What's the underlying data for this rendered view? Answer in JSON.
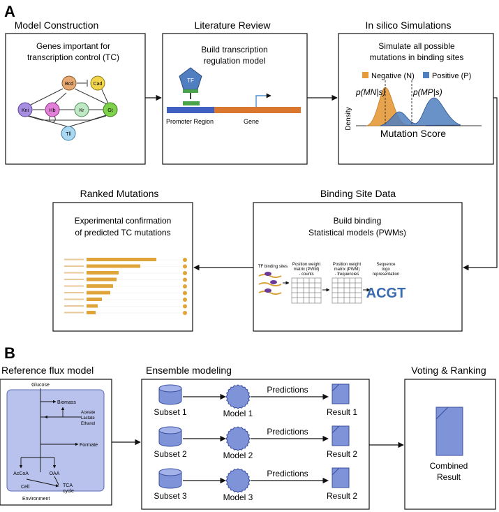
{
  "panel_a": {
    "label": "A",
    "model_construction": {
      "title": "Model Construction",
      "box_title_line1": "Genes important for",
      "box_title_line2": "transcription control (TC)",
      "nodes": [
        "Bcd",
        "Cad",
        "Kni",
        "Hb",
        "Kr",
        "Gt",
        "Tll"
      ]
    },
    "literature_review": {
      "title": "Literature Review",
      "box_title_line1": "Build transcription",
      "box_title_line2": "regulation model",
      "tf_label": "TF",
      "promoter_label": "Promoter Region",
      "gene_label": "Gene"
    },
    "simulations": {
      "title": "In silico Simulations",
      "box_title_line1": "Simulate all possible",
      "box_title_line2": "mutations in binding sites",
      "legend_negative": "Negative (N)",
      "legend_positive": "Positive (P)",
      "ylabel": "Density",
      "xlabel": "Mutation Score",
      "annot_n": "p(MN|s)",
      "annot_p": "p(MP|s)",
      "color_negative": "#e69a3a",
      "color_positive": "#4f7fc0"
    },
    "binding_site": {
      "title": "Binding Site Data",
      "box_title_line1": "Build binding",
      "box_title_line2": "Statistical models (PWMs)",
      "step1": "TF binding sites",
      "step2_line1": "Position weight",
      "step2_line2": "matrix (PWM)",
      "step2_line3": "- counts",
      "step3_line1": "Position weight",
      "step3_line2": "matrix (PWM)",
      "step3_line3": "- frequencies",
      "step4_line1": "Sequence",
      "step4_line2": "logo",
      "step4_line3": "representation",
      "logo_text": "ACGT"
    },
    "ranked": {
      "title": "Ranked Mutations",
      "box_title_line1": "Experimental confirmation",
      "box_title_line2": "of predicted TC mutations",
      "bar_values": [
        100,
        77,
        46,
        43,
        38,
        34,
        22,
        16,
        13
      ]
    }
  },
  "panel_b": {
    "label": "B",
    "reference": {
      "title": "Reference flux model",
      "glucose": "Glucose",
      "biomass": "Biomass",
      "acetate": "Acetate",
      "lactate": "Lactate",
      "ethanol": "Ethanol",
      "formate": "Formate",
      "accoa": "AcCoA",
      "oaa": "OAA",
      "tca_line1": "TCA",
      "tca_line2": "cycle",
      "cell": "Cell",
      "environment": "Environment"
    },
    "ensemble": {
      "title": "Ensemble modeling",
      "rows": [
        {
          "subset": "Subset 1",
          "model": "Model 1",
          "predictions": "Predictions",
          "result": "Result 1"
        },
        {
          "subset": "Subset 2",
          "model": "Model 2",
          "predictions": "Predictions",
          "result": "Result 2"
        },
        {
          "subset": "Subset 3",
          "model": "Model 3",
          "predictions": "Predictions",
          "result": "Result 2"
        }
      ]
    },
    "voting": {
      "title": "Voting & Ranking",
      "result_line1": "Combined",
      "result_line2": "Result"
    }
  },
  "colors": {
    "shape_fill": "#7f93d9",
    "shape_stroke": "#3b4f9e",
    "flux_fill": "#b9c2ec",
    "ranked_bar": "#e0a53a"
  }
}
